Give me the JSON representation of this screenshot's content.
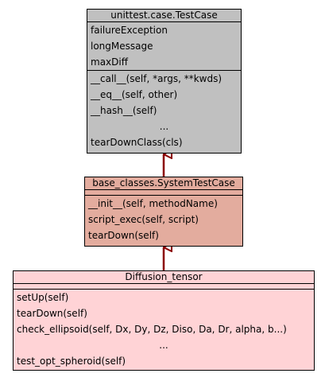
{
  "colors": {
    "base_class_fill": "#c0c0c0",
    "middle_class_fill": "#e3ac9e",
    "leaf_class_fill": "#ffd3d6",
    "edge_color": "#8b0000",
    "outline": "#000000"
  },
  "classes": {
    "testcase": {
      "name": "unittest.case.TestCase",
      "attributes": [
        "failureException",
        "longMessage",
        "maxDiff"
      ],
      "methods": [
        "__call__(self, *args, **kwds)",
        "__eq__(self, other)",
        "__hash__(self)",
        "...",
        "tearDownClass(cls)"
      ]
    },
    "systemtestcase": {
      "name": "base_classes.SystemTestCase",
      "attributes": [],
      "methods": [
        "__init__(self, methodName)",
        "script_exec(self, script)",
        "tearDown(self)"
      ]
    },
    "diffusion": {
      "name": "Diffusion_tensor",
      "attributes": [],
      "methods": [
        "setUp(self)",
        "tearDown(self)",
        "check_ellipsoid(self, Dx, Dy, Dz, Diso, Da, Dr, alpha, b...)",
        "...",
        "test_opt_spheroid(self)"
      ]
    }
  }
}
